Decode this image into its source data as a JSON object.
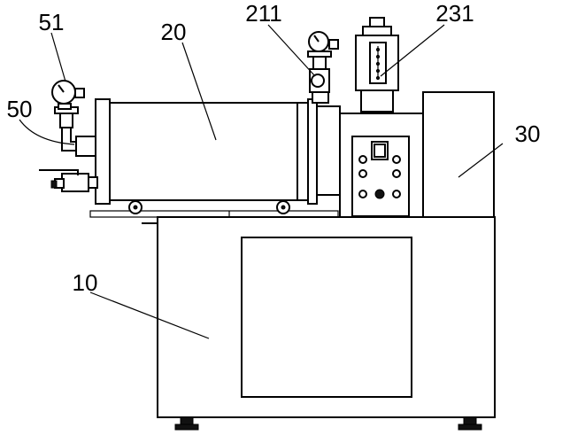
{
  "labels": {
    "l51": "51",
    "l20": "20",
    "l211": "211",
    "l231": "231",
    "l50": "50",
    "l30": "30",
    "l10": "10"
  }
}
